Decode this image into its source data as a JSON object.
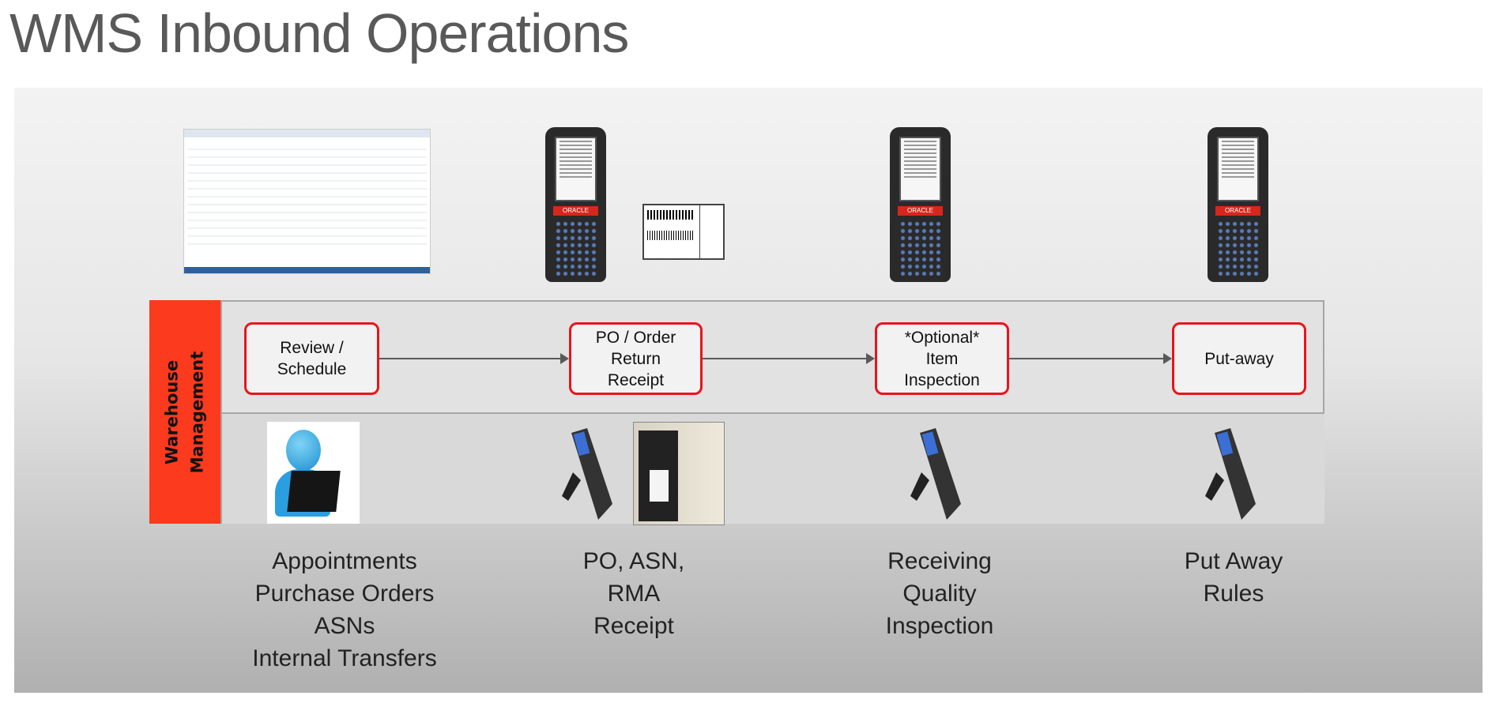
{
  "title": "WMS Inbound Operations",
  "sidebar_label": [
    "Warehouse",
    "Management"
  ],
  "steps": [
    {
      "label": [
        "Review /",
        "Schedule"
      ]
    },
    {
      "label": [
        "PO / Order",
        "Return",
        "Receipt"
      ]
    },
    {
      "label": [
        "*Optional*",
        "Item",
        "Inspection"
      ]
    },
    {
      "label": [
        "Put-away"
      ]
    }
  ],
  "captions": [
    [
      "Appointments",
      "Purchase Orders",
      "ASNs",
      "Internal Transfers"
    ],
    [
      "PO, ASN,",
      "RMA",
      "Receipt"
    ],
    [
      "Receiving",
      "Quality",
      "Inspection"
    ],
    [
      "Put Away",
      "Rules"
    ]
  ],
  "device_logo": "ORACLE",
  "colors": {
    "accent_red": "#e8141c",
    "sidebar_red": "#fb3a1e",
    "title_gray": "#595959"
  }
}
